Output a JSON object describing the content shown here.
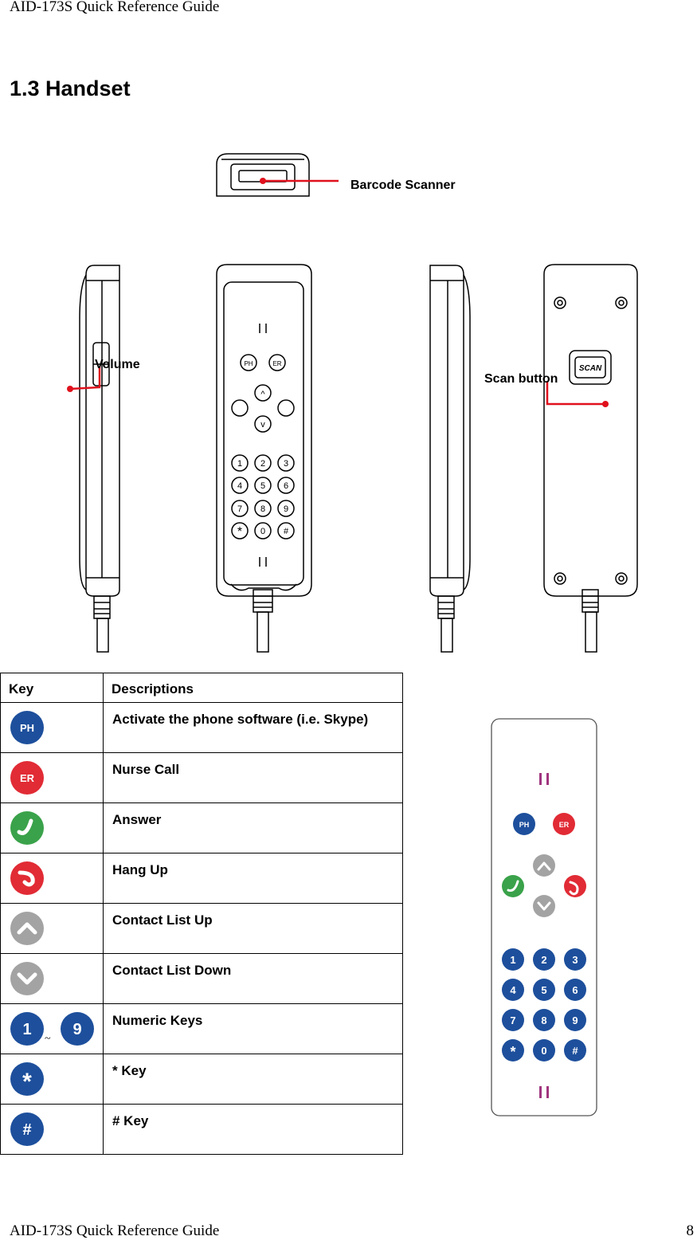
{
  "header": {
    "title": "AID-173S Quick Reference Guide"
  },
  "section": {
    "title": "1.3 Handset"
  },
  "callouts": {
    "barcode": "Barcode Scanner",
    "volume": "Volume",
    "scan": "Scan button"
  },
  "table": {
    "headers": {
      "key": "Key",
      "desc": "Descriptions"
    },
    "rows": [
      {
        "icon": "ph-key-icon",
        "label": "Activate the phone software (i.e. Skype)"
      },
      {
        "icon": "er-key-icon",
        "label": "Nurse Call"
      },
      {
        "icon": "answer-key-icon",
        "label": "Answer"
      },
      {
        "icon": "hangup-key-icon",
        "label": "Hang Up"
      },
      {
        "icon": "up-key-icon",
        "label": "Contact List Up"
      },
      {
        "icon": "down-key-icon",
        "label": "Contact List Down"
      },
      {
        "icon": "numeric-keys-icon",
        "label": "Numeric Keys"
      },
      {
        "icon": "star-key-icon",
        "label": "* Key"
      },
      {
        "icon": "hash-key-icon",
        "label": "# Key"
      }
    ]
  },
  "key_glyphs": {
    "ph": "PH",
    "er": "ER",
    "one": "1",
    "nine": "9",
    "tilde": "~",
    "star": "*",
    "hash": "#"
  },
  "keypad": {
    "rows": [
      [
        "1",
        "2",
        "3"
      ],
      [
        "4",
        "5",
        "6"
      ],
      [
        "7",
        "8",
        "9"
      ],
      [
        "*",
        "0",
        "#"
      ]
    ],
    "scan": "SCAN"
  },
  "colors": {
    "blue": "#1d4f9c",
    "red": "#e12b35",
    "green": "#3aa24a",
    "gray": "#a3a3a3",
    "purple": "#a0357f",
    "callout": "#e0111d"
  },
  "footer": {
    "title": "AID-173S Quick Reference Guide",
    "page": "8"
  }
}
